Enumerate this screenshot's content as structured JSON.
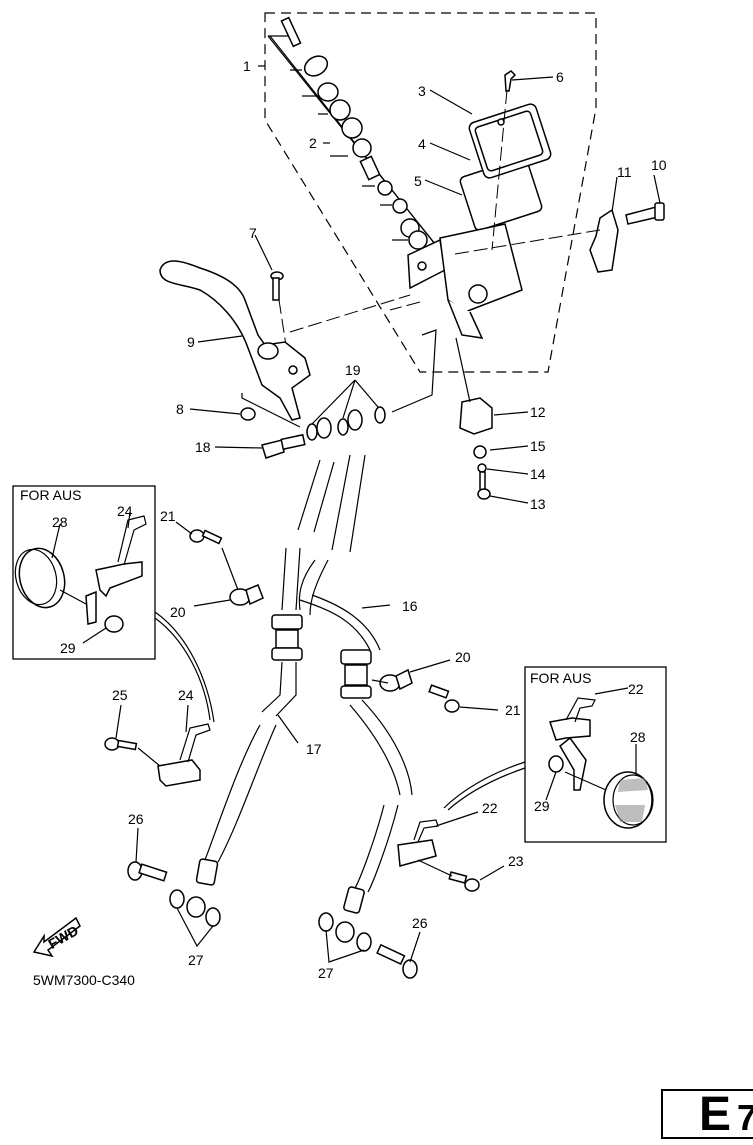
{
  "diagram": {
    "title": "Front master cylinder and brake hoses",
    "drawing_code": "5WM7300-C340",
    "page_id_letter": "E",
    "page_id_number": "7",
    "inset_label_left": "FOR AUS",
    "inset_label_right": "FOR AUS",
    "fwd_label": "FWD",
    "callouts": [
      {
        "id": "c1",
        "text": "1"
      },
      {
        "id": "c2",
        "text": "2"
      },
      {
        "id": "c3",
        "text": "3"
      },
      {
        "id": "c4",
        "text": "4"
      },
      {
        "id": "c5",
        "text": "5"
      },
      {
        "id": "c6",
        "text": "6"
      },
      {
        "id": "c7",
        "text": "7"
      },
      {
        "id": "c8",
        "text": "8"
      },
      {
        "id": "c9",
        "text": "9"
      },
      {
        "id": "c10",
        "text": "10"
      },
      {
        "id": "c11",
        "text": "11"
      },
      {
        "id": "c12",
        "text": "12"
      },
      {
        "id": "c13",
        "text": "13"
      },
      {
        "id": "c14",
        "text": "14"
      },
      {
        "id": "c15",
        "text": "15"
      },
      {
        "id": "c16",
        "text": "16"
      },
      {
        "id": "c17",
        "text": "17"
      },
      {
        "id": "c18",
        "text": "18"
      },
      {
        "id": "c19",
        "text": "19"
      },
      {
        "id": "c20a",
        "text": "20"
      },
      {
        "id": "c20b",
        "text": "20"
      },
      {
        "id": "c21a",
        "text": "21"
      },
      {
        "id": "c21b",
        "text": "21"
      },
      {
        "id": "c22a",
        "text": "22"
      },
      {
        "id": "c22b",
        "text": "22"
      },
      {
        "id": "c23",
        "text": "23"
      },
      {
        "id": "c24a",
        "text": "24"
      },
      {
        "id": "c24b",
        "text": "24"
      },
      {
        "id": "c25",
        "text": "25"
      },
      {
        "id": "c26a",
        "text": "26"
      },
      {
        "id": "c26b",
        "text": "26"
      },
      {
        "id": "c27a",
        "text": "27"
      },
      {
        "id": "c27b",
        "text": "27"
      },
      {
        "id": "c28a",
        "text": "28"
      },
      {
        "id": "c28b",
        "text": "28"
      },
      {
        "id": "c29a",
        "text": "29"
      },
      {
        "id": "c29b",
        "text": "29"
      }
    ]
  }
}
